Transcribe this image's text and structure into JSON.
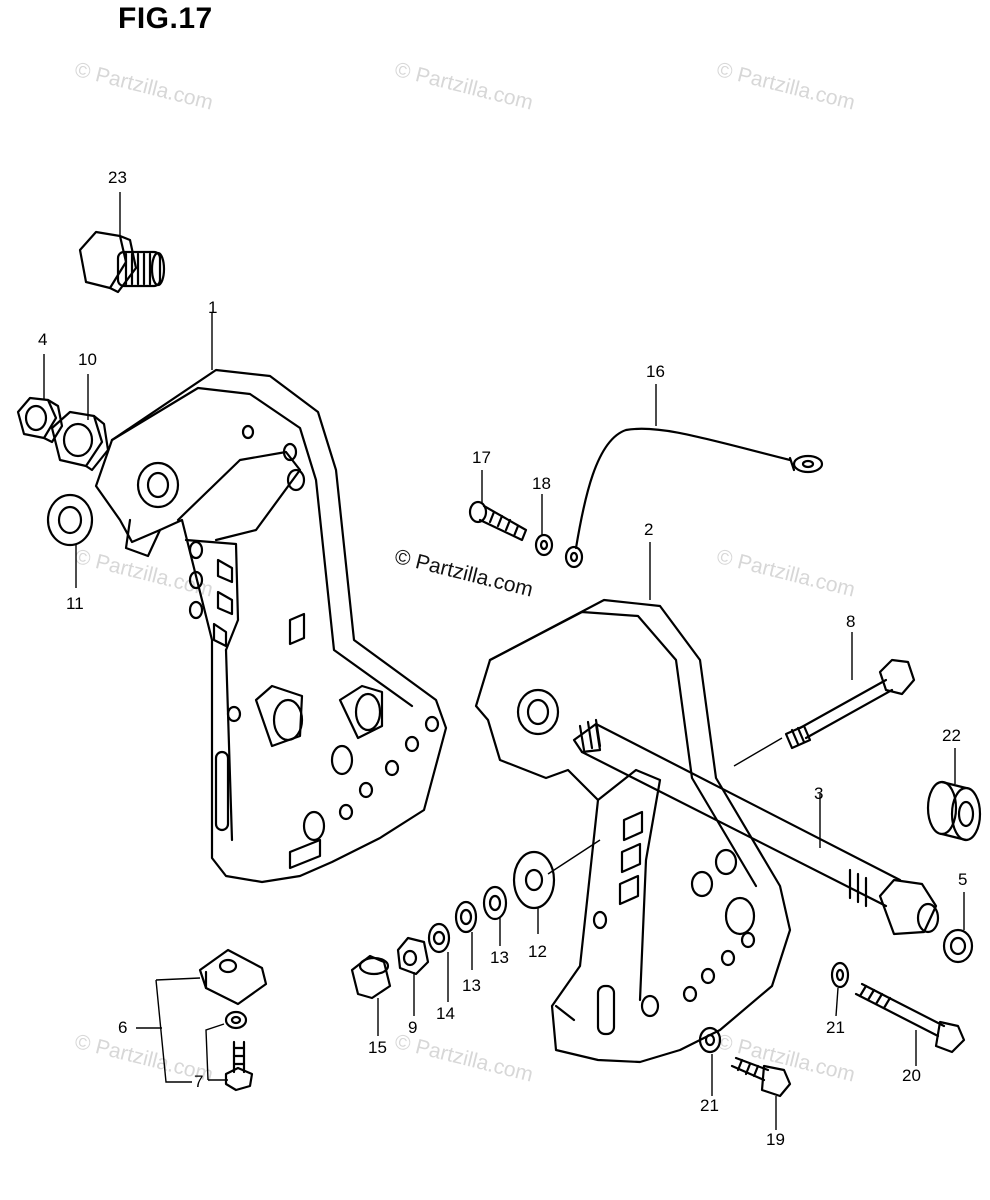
{
  "figure": {
    "title": "FIG.17"
  },
  "watermark": {
    "text": "© Partzilla.com",
    "text_dark": "© Partzilla.com"
  },
  "callouts": {
    "p1": "1",
    "p2": "2",
    "p3": "3",
    "p4": "4",
    "p5": "5",
    "p6": "6",
    "p7": "7",
    "p8": "8",
    "p9": "9",
    "p10": "10",
    "p11": "11",
    "p12": "12",
    "p13a": "13",
    "p13b": "13",
    "p14": "14",
    "p15": "15",
    "p16": "16",
    "p17": "17",
    "p18": "18",
    "p19": "19",
    "p20": "20",
    "p21a": "21",
    "p21b": "21",
    "p22": "22",
    "p23": "23"
  }
}
